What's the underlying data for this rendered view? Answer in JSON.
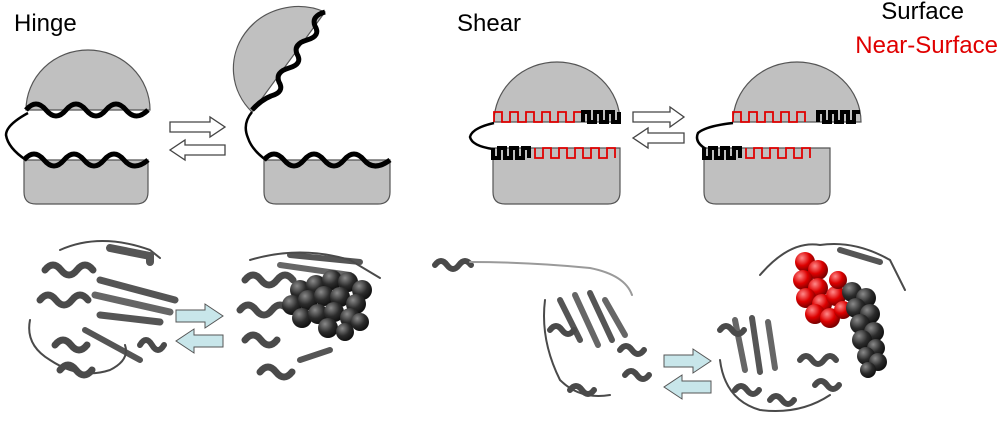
{
  "titles": {
    "hinge": "Hinge",
    "shear": "Shear"
  },
  "legend": {
    "surface": {
      "label": "Surface",
      "color": "#000000"
    },
    "near_surface": {
      "label": "Near-Surface",
      "color": "#e00000"
    }
  },
  "colors": {
    "domain_fill": "#c0c0c0",
    "protein_ribbon": "#4a4a4a",
    "sphere_dark": "#2b2b2b",
    "sphere_red": "#dd0000",
    "arrow_fill": "#c8e6ea"
  },
  "icons": [
    "equilibrium-arrows-icon",
    "protein-ribbon-icon",
    "atom-spheres-icon"
  ]
}
